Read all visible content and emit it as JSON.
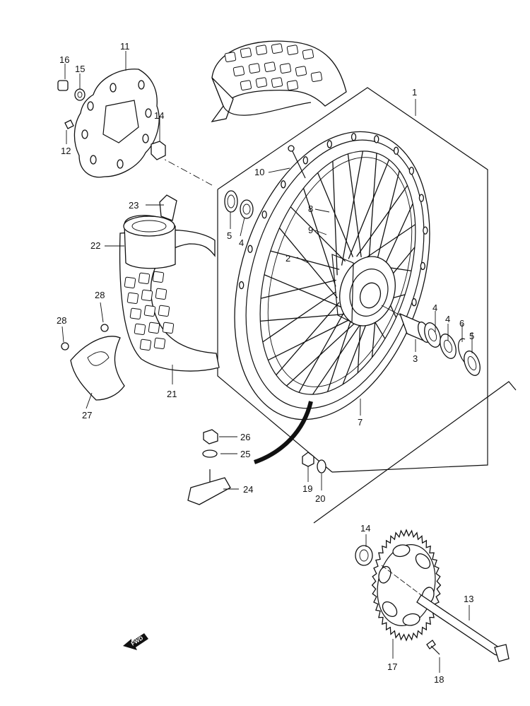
{
  "diagram": {
    "callouts": [
      {
        "id": "c1",
        "text": "1"
      },
      {
        "id": "c2",
        "text": "2"
      },
      {
        "id": "c3",
        "text": "3"
      },
      {
        "id": "c4a",
        "text": "4"
      },
      {
        "id": "c4b",
        "text": "4"
      },
      {
        "id": "c4c",
        "text": "4"
      },
      {
        "id": "c5a",
        "text": "5"
      },
      {
        "id": "c5b",
        "text": "5"
      },
      {
        "id": "c6",
        "text": "6"
      },
      {
        "id": "c7",
        "text": "7"
      },
      {
        "id": "c8",
        "text": "8"
      },
      {
        "id": "c9",
        "text": "9"
      },
      {
        "id": "c10",
        "text": "10"
      },
      {
        "id": "c11",
        "text": "11"
      },
      {
        "id": "c12",
        "text": "12"
      },
      {
        "id": "c13",
        "text": "13"
      },
      {
        "id": "c14a",
        "text": "14"
      },
      {
        "id": "c14b",
        "text": "14"
      },
      {
        "id": "c15",
        "text": "15"
      },
      {
        "id": "c16",
        "text": "16"
      },
      {
        "id": "c17",
        "text": "17"
      },
      {
        "id": "c18",
        "text": "18"
      },
      {
        "id": "c19",
        "text": "19"
      },
      {
        "id": "c20",
        "text": "20"
      },
      {
        "id": "c21",
        "text": "21"
      },
      {
        "id": "c22",
        "text": "22"
      },
      {
        "id": "c23",
        "text": "23"
      },
      {
        "id": "c24",
        "text": "24"
      },
      {
        "id": "c25",
        "text": "25"
      },
      {
        "id": "c26",
        "text": "26"
      },
      {
        "id": "c27",
        "text": "27"
      },
      {
        "id": "c28a",
        "text": "28"
      },
      {
        "id": "c28b",
        "text": "28"
      }
    ],
    "fwd_label": "FWD"
  }
}
